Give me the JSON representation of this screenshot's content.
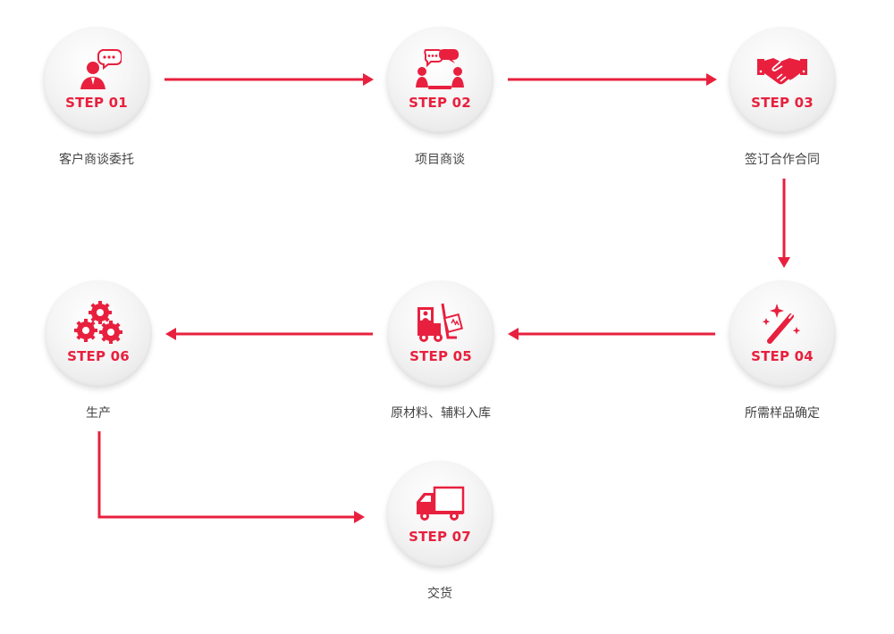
{
  "accent_color": "#e8203e",
  "steps": [
    {
      "step": "STEP 01",
      "label": "客户商谈委托",
      "icon": "consultant-icon"
    },
    {
      "step": "STEP 02",
      "label": "项目商谈",
      "icon": "discussion-group-icon"
    },
    {
      "step": "STEP 03",
      "label": "签订合作合同",
      "icon": "handshake-icon"
    },
    {
      "step": "STEP 04",
      "label": "所需样品确定",
      "icon": "magic-wand-icon"
    },
    {
      "step": "STEP 05",
      "label": "原材料、辅料入库",
      "icon": "forklift-icon"
    },
    {
      "step": "STEP 06",
      "label": "生产",
      "icon": "gears-icon"
    },
    {
      "step": "STEP 07",
      "label": "交货",
      "icon": "truck-icon"
    }
  ]
}
